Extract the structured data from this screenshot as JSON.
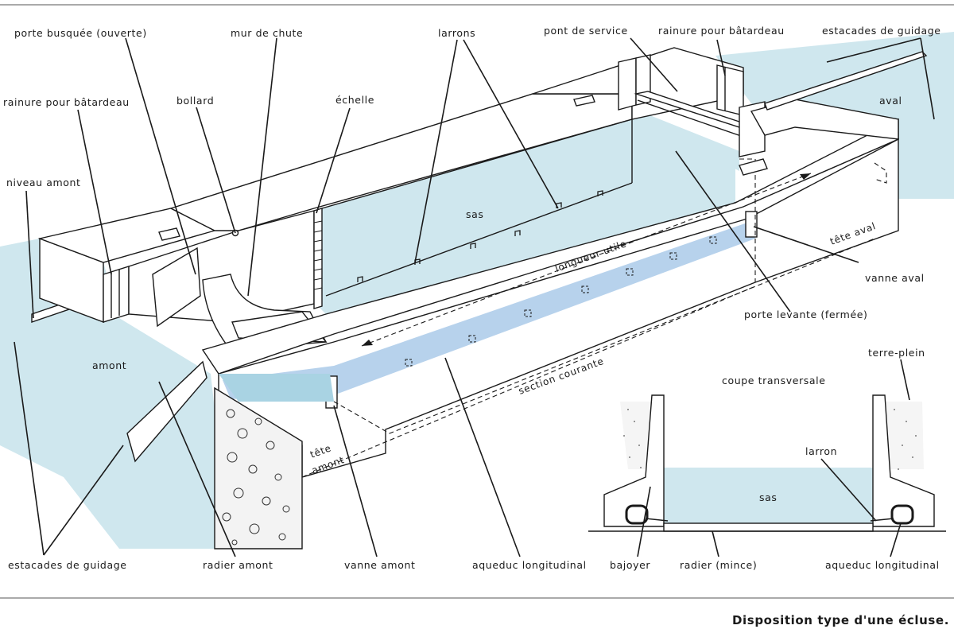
{
  "labels": {
    "porte_busquee": "porte busquée (ouverte)",
    "mur_de_chute": "mur de chute",
    "larrons": "larrons",
    "pont_de_service": "pont de service",
    "rainure_batardeau_right": "rainure pour bâtardeau",
    "estacades_top": "estacades de guidage",
    "rainure_batardeau_left": "rainure pour bâtardeau",
    "bollard": "bollard",
    "echelle": "échelle",
    "aval": "aval",
    "niveau_amont": "niveau amont",
    "sas": "sas",
    "longueur_utile": "longueur utile",
    "tete_aval": "tête aval",
    "vanne_aval": "vanne aval",
    "porte_levante": "porte levante (fermée)",
    "amont": "amont",
    "section_courante": "section courante",
    "tete_amont_1": "tête",
    "tete_amont_2": "amont",
    "terre_plein": "terre-plein",
    "coupe_transversale": "coupe transversale",
    "larron": "larron",
    "sas_coupe": "sas",
    "estacades_bottom": "estacades de guidage",
    "radier_amont": "radier amont",
    "vanne_amont": "vanne amont",
    "aqueduc_longitudinal": "aqueduc longitudinal",
    "bajoyer": "bajoyer",
    "radier_mince": "radier (mince)",
    "aqueduc_longitudinal_coupe": "aqueduc longitudinal"
  },
  "caption": "Disposition type d'une écluse.",
  "colors": {
    "water": "#cfe7ee",
    "water_deep": "#a9d3e3",
    "aqueduct": "#b7d2ec",
    "ink": "#1a1a1a"
  }
}
